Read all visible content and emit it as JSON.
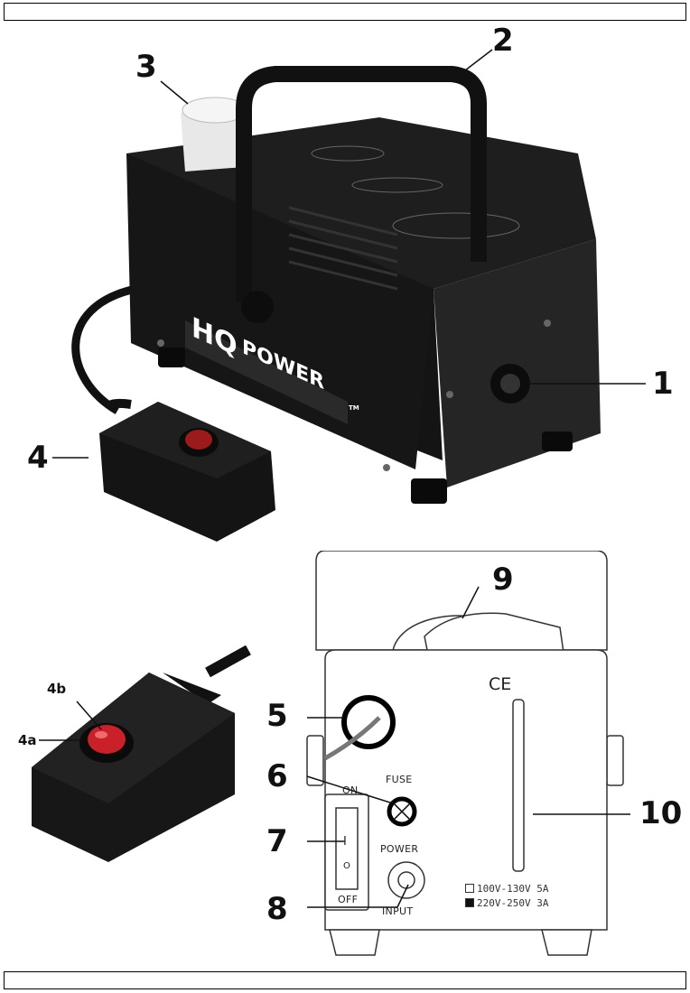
{
  "callouts": {
    "c1": "1",
    "c2": "2",
    "c3": "3",
    "c4": "4",
    "c4a": "4a",
    "c4b": "4b",
    "c5": "5",
    "c6": "6",
    "c7": "7",
    "c8": "8",
    "c9": "9",
    "c10": "10"
  },
  "rear_panel": {
    "fuse": "FUSE",
    "on": "ON",
    "off": "OFF",
    "power": "POWER",
    "input": "INPUT",
    "switch_on_symbol": "I",
    "switch_off_symbol": "O",
    "ce": "CE",
    "voltage_low": "100V-130V  5A",
    "voltage_high": "220V-250V  3A"
  },
  "branding": {
    "logo_left": "HQ",
    "logo_right": "POWER",
    "trademark": "TM"
  }
}
